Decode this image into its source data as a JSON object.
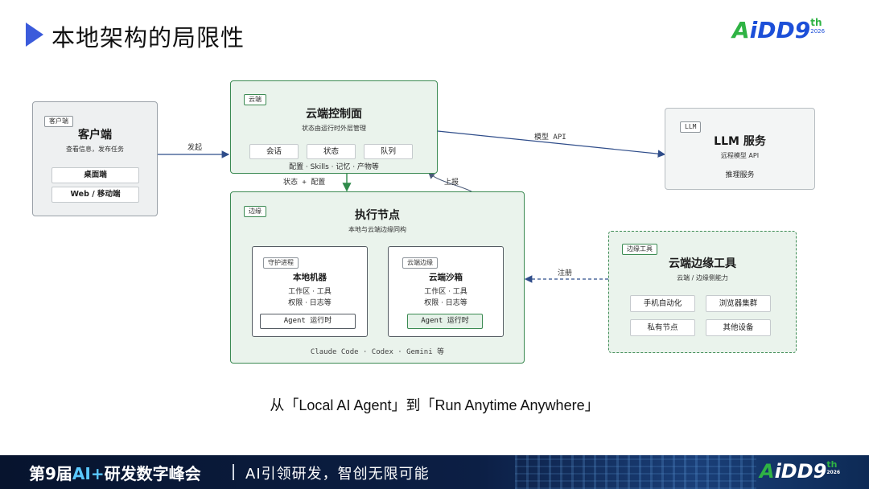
{
  "header": {
    "title": "本地架构的局限性",
    "logo": {
      "mark": "A",
      "letters": "iDD",
      "nine": "9",
      "th": "th",
      "year": "2026"
    }
  },
  "client": {
    "tag": "客户端",
    "title": "客户端",
    "subtitle": "查看信息，发布任务",
    "items": [
      "桌面端",
      "Web / 移动端"
    ]
  },
  "control": {
    "tag": "云端",
    "title": "云端控制面",
    "subtitle": "状态由运行时外层管理",
    "pills": [
      "会话",
      "状态",
      "队列"
    ],
    "footer": "配置 · Skills · 记忆 · 产物等"
  },
  "llm": {
    "tag": "LLM",
    "title": "LLM 服务",
    "subtitle": "远程模型 API",
    "body": "推理服务"
  },
  "exec": {
    "tag": "边缘",
    "title": "执行节点",
    "subtitle": "本地与云端边缘同构",
    "footer": "Claude Code · Codex · Gemini 等",
    "nodes": [
      {
        "tag": "守护进程",
        "title": "本地机器",
        "line1": "工作区 · 工具",
        "line2": "权限 · 日志等",
        "agent": "Agent 运行时"
      },
      {
        "tag": "云端边缘",
        "title": "云端沙箱",
        "line1": "工作区 · 工具",
        "line2": "权限 · 日志等",
        "agent": "Agent 运行时"
      }
    ]
  },
  "edge_tools": {
    "tag": "边缘工具",
    "title": "云端边缘工具",
    "subtitle": "云端 / 边缘侧能力",
    "items": [
      "手机自动化",
      "浏览器集群",
      "私有节点",
      "其他设备"
    ]
  },
  "arrows": {
    "dispatch": "发起",
    "model_api": "模型 API",
    "state_config": "状态 + 配置",
    "report": "上报",
    "register": "注册"
  },
  "caption": "从「Local AI Agent」到「Run Anytime Anywhere」",
  "footer": {
    "conf_prefix": "第9届",
    "conf_highlight": "AI+",
    "conf_suffix": "研发数字峰会",
    "slogan": "AI引领研发，智创无限可能"
  },
  "colors": {
    "accent_blue": "#3b5bdb",
    "green_border": "#3b8a52",
    "green_fill": "#eaf3ec",
    "grey_fill": "#eef0f1",
    "arrow_blue": "#2f4d8a",
    "arrow_green": "#2f8a4a"
  }
}
